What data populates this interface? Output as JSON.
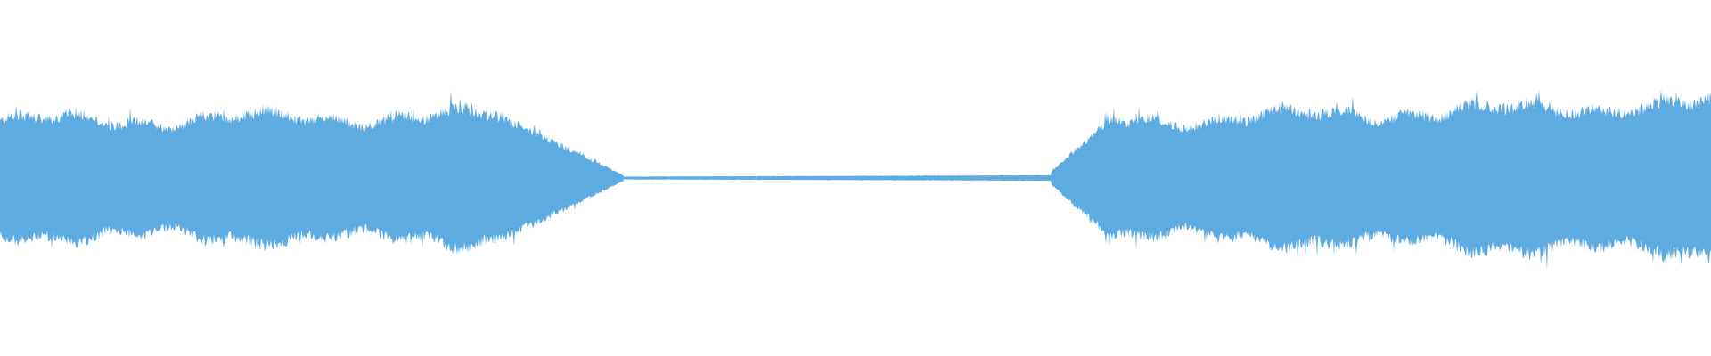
{
  "waveform": {
    "color": "#5dabe1",
    "background": "#ffffff",
    "segments": [
      {
        "name": "loud-section-start",
        "level_start": 0.42,
        "level_end": 0.46,
        "fade": "none"
      },
      {
        "name": "fade-out",
        "level_start": 0.46,
        "level_end": 0.02,
        "fade": "out"
      },
      {
        "name": "near-silence",
        "level_start": 0.01,
        "level_end": 0.02,
        "fade": "none"
      },
      {
        "name": "fade-in",
        "level_start": 0.05,
        "level_end": 0.4,
        "fade": "in"
      },
      {
        "name": "loud-section-end",
        "level_start": 0.42,
        "level_end": 0.55,
        "fade": "none"
      }
    ]
  }
}
